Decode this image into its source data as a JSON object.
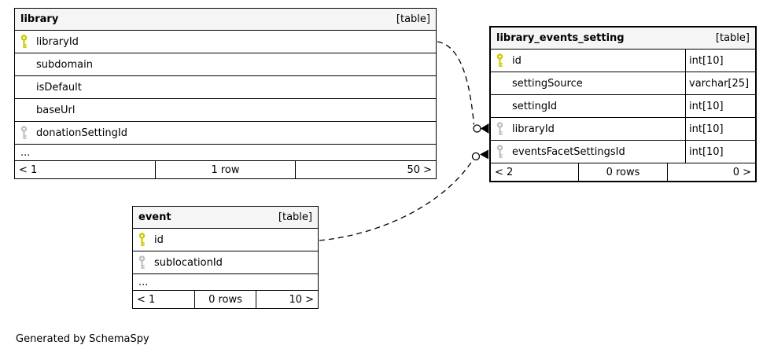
{
  "diagram": {
    "credit": "Generated by SchemaSpy"
  },
  "colors": {
    "primary_key": "#cccc00",
    "foreign_key": "#c0c0c0",
    "header_bg": "#f5f5f5",
    "border": "#000000"
  },
  "tables": [
    {
      "title": "library",
      "badge": "[table]",
      "columns": [
        {
          "name": "libraryId",
          "key": "primary"
        },
        {
          "name": "subdomain",
          "key": "none"
        },
        {
          "name": "isDefault",
          "key": "none"
        },
        {
          "name": "baseUrl",
          "key": "none"
        },
        {
          "name": "donationSettingId",
          "key": "foreign"
        }
      ],
      "ellipsis": "...",
      "footer": {
        "left": "< 1",
        "center": "1 row",
        "right": "50 >"
      }
    },
    {
      "title": "library_events_setting",
      "badge": "[table]",
      "columns": [
        {
          "name": "id",
          "type": "int[10]",
          "key": "primary"
        },
        {
          "name": "settingSource",
          "type": "varchar[25]",
          "key": "none"
        },
        {
          "name": "settingId",
          "type": "int[10]",
          "key": "none"
        },
        {
          "name": "libraryId",
          "type": "int[10]",
          "key": "foreign"
        },
        {
          "name": "eventsFacetSettingsId",
          "type": "int[10]",
          "key": "foreign"
        }
      ],
      "footer": {
        "left": "< 2",
        "center": "0 rows",
        "right": "0 >"
      }
    },
    {
      "title": "event",
      "badge": "[table]",
      "columns": [
        {
          "name": "id",
          "key": "primary"
        },
        {
          "name": "sublocationId",
          "key": "foreign"
        }
      ],
      "ellipsis": "...",
      "footer": {
        "left": "< 1",
        "center": "0 rows",
        "right": "10 >"
      }
    }
  ],
  "relationships": [
    {
      "from_table": "library",
      "from_column": "libraryId",
      "to_table": "library_events_setting",
      "to_column": "libraryId"
    },
    {
      "from_table": "event",
      "from_column": "id",
      "to_table": "library_events_setting",
      "to_column": "eventsFacetSettingsId"
    }
  ]
}
